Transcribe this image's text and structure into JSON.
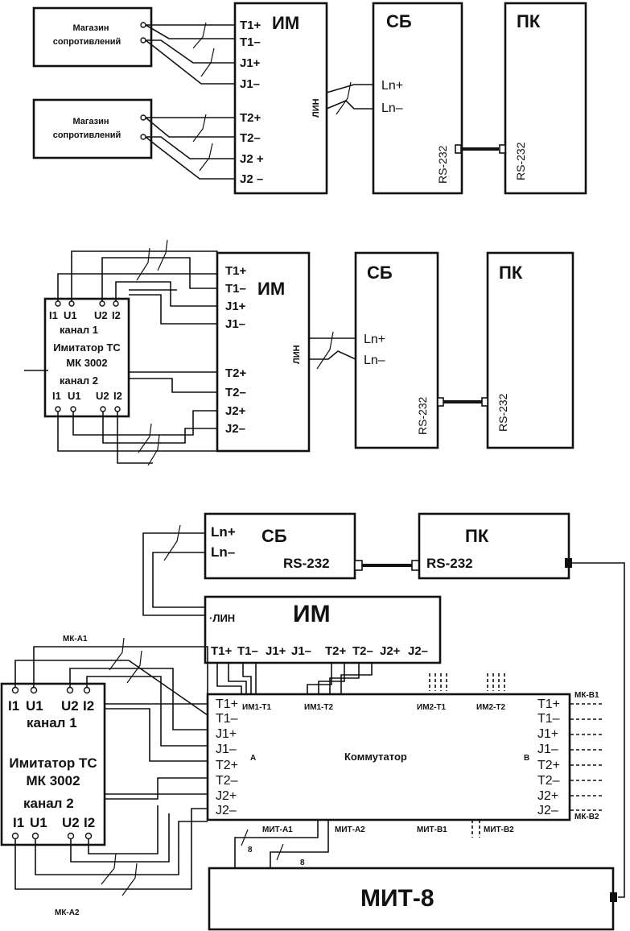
{
  "diagram1": {
    "store1": [
      "Магазин",
      "сопротивлений"
    ],
    "store2": [
      "Магазин",
      "сопротивлений"
    ],
    "im_title": "ИМ",
    "im_port": "ЛИН",
    "im_pins": [
      "T1+",
      "T1–",
      "J1+",
      "J1–",
      "T2+",
      "T2–",
      "J2 +",
      "J2 –"
    ],
    "sb_title": "СБ",
    "sb_pins": [
      "Ln+",
      "Ln–"
    ],
    "sb_port": "RS-232",
    "pk_title": "ПК",
    "pk_port": "RS-232"
  },
  "diagram2": {
    "sim_top_pins": [
      "I1",
      "U1",
      "U2",
      "I2"
    ],
    "sim_ch1": "канал 1",
    "sim_name": "Имитатор ТС",
    "sim_model": "МК 3002",
    "sim_ch2": "канал 2",
    "sim_bottom_pins": [
      "I1",
      "U1",
      "U2",
      "I2"
    ],
    "im_title": "ИМ",
    "im_port": "ЛИН",
    "im_pins": [
      "T1+",
      "T1–",
      "J1+",
      "J1–",
      "T2+",
      "T2–",
      "J2+",
      "J2–"
    ],
    "sb_title": "СБ",
    "sb_pins": [
      "Ln+",
      "Ln–"
    ],
    "sb_port": "RS-232",
    "pk_title": "ПК",
    "pk_port": "RS-232"
  },
  "diagram3": {
    "sb_title": "СБ",
    "sb_pins": [
      "Ln+",
      "Ln–"
    ],
    "sb_port": "RS-232",
    "pk_title": "ПК",
    "pk_port": "RS-232",
    "im_port": "·ЛИН",
    "im_title": "ИМ",
    "im_pins": [
      "T1+",
      "T1–",
      "J1+",
      "J1–",
      "T2+",
      "T2–",
      "J2+",
      "J2–"
    ],
    "mk_a1": "МК-А1",
    "mk_a2": "МК-А2",
    "mk_b1": "МК-В1",
    "mk_b2": "МК-В2",
    "sim_top_pins": [
      "I1",
      "U1",
      "U2",
      "I2"
    ],
    "sim_ch1": "канал 1",
    "sim_name": "Имитатор ТС",
    "sim_model": "МК 3002",
    "sim_ch2": "канал 2",
    "sim_bottom_pins": [
      "I1",
      "U1",
      "U2",
      "I2"
    ],
    "kom_title": "Коммутатор",
    "kom_side_a": "А",
    "kom_side_b": "В",
    "kom_left_pins": [
      "T1+",
      "T1–",
      "J1+",
      "J1–",
      "T2+",
      "T2–",
      "J2+",
      "J2–"
    ],
    "kom_right_pins": [
      "T1+",
      "T1–",
      "J1+",
      "J1–",
      "T2+",
      "T2–",
      "J2+",
      "J2–"
    ],
    "kom_top_ports": [
      "ИМ1-Т1",
      "ИМ1-Т2",
      "ИМ2-Т1",
      "ИМ2-Т2"
    ],
    "kom_bottom_ports": [
      "МИТ-А1",
      "МИТ-А2",
      "МИТ-В1",
      "МИТ-В2"
    ],
    "bus_count": "8",
    "mit_title": "МИТ-8"
  }
}
